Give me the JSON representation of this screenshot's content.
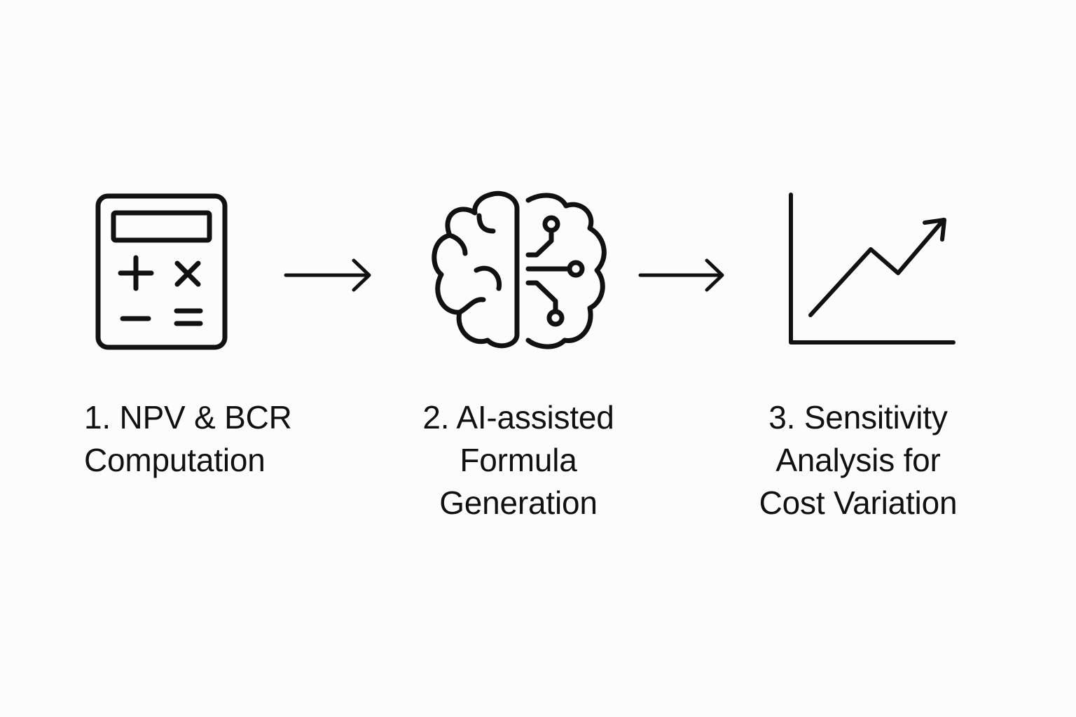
{
  "steps": [
    {
      "icon": "calculator-icon",
      "lines": [
        "1. NPV & BCR",
        "Computation"
      ]
    },
    {
      "icon": "brain-circuit-icon",
      "lines": [
        "2. AI-assisted",
        "Formula",
        "Generation"
      ]
    },
    {
      "icon": "growth-chart-icon",
      "lines": [
        "3. Sensitivity",
        "Analysis for",
        "Cost Variation"
      ]
    }
  ],
  "connectors": [
    "arrow-right-icon",
    "arrow-right-icon"
  ],
  "colors": {
    "background": "#fcfcfc",
    "stroke": "#111111"
  }
}
